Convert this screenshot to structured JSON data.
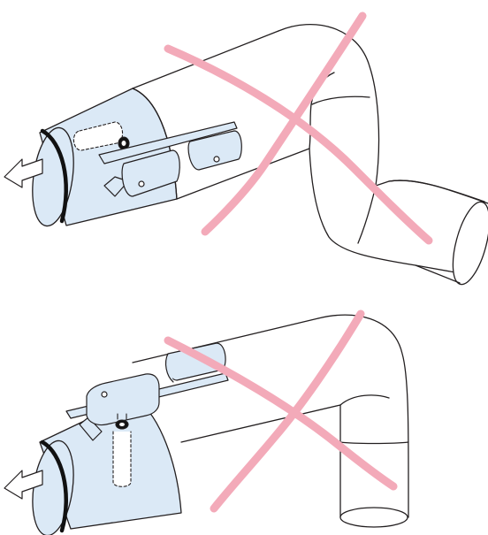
{
  "figure": {
    "panels": [
      {
        "name": "incorrect-installation-horizontal-elbow-up",
        "shows_cross_mark": true,
        "sensor_position": "side-of-duct"
      },
      {
        "name": "incorrect-installation-top-mounted-elbow-down",
        "shows_cross_mark": true,
        "sensor_position": "top-of-duct"
      }
    ],
    "colors": {
      "duct_fill": "#dbe9f6",
      "outline": "#231f20",
      "cross_mark": "#f3aab9",
      "opening_ring": "#111111"
    },
    "icons": [
      "airflow-arrow-icon",
      "cross-mark-icon",
      "sensor-probe-icon"
    ]
  }
}
